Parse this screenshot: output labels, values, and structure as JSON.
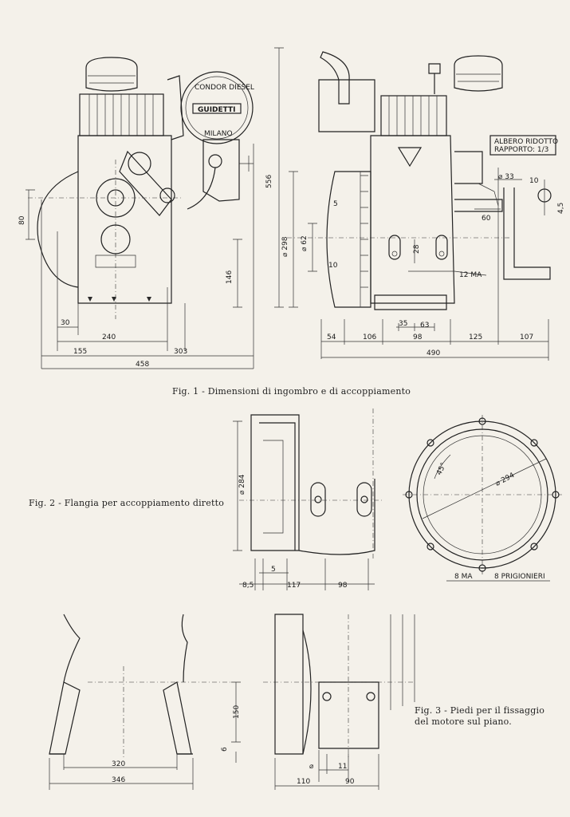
{
  "fig1": {
    "caption": "Fig. 1 - Dimensioni di ingombro e di accoppiamento",
    "brand": {
      "line1": "CONDOR DIESEL",
      "line2": "GUIDETTI",
      "line3": "MILANO"
    },
    "box": {
      "line1": "ALBERO RIDOTTO",
      "line2": "RAPPORTO: 1/3"
    },
    "front": {
      "d80": "80",
      "d146": "146",
      "d30": "30",
      "d240": "240",
      "d155": "155",
      "d303": "303",
      "d458": "458"
    },
    "side": {
      "d556": "556",
      "d298": "⌀ 298",
      "d62": "⌀ 62",
      "d5": "5",
      "d10": "10",
      "d28": "28",
      "d12ma": "12 MA",
      "d33": "⌀ 33",
      "d60": "60",
      "d10k": "10",
      "d45": "4,5",
      "d54": "54",
      "d106": "106",
      "d98": "98",
      "d125": "125",
      "d107": "107",
      "d35": "35",
      "d63": "63",
      "d490": "490"
    }
  },
  "fig2": {
    "caption": "Fig. 2 - Flangia per accoppiamento diretto",
    "d284": "⌀ 284",
    "d5": "5",
    "d85": "8,5",
    "d117": "117",
    "d98": "98",
    "d294": "⌀ 294",
    "a45": "45°",
    "d8ma": "8 MA",
    "studs": "8 PRIGIONIERI"
  },
  "fig3": {
    "caption_l1": "Fig. 3 - Piedi per il fissaggio",
    "caption_l2": "del motore sul piano.",
    "d150": "150",
    "d6": "6",
    "d320": "320",
    "d346": "346",
    "dphi": "⌀",
    "d11": "11",
    "d110": "110",
    "d90": "90"
  }
}
